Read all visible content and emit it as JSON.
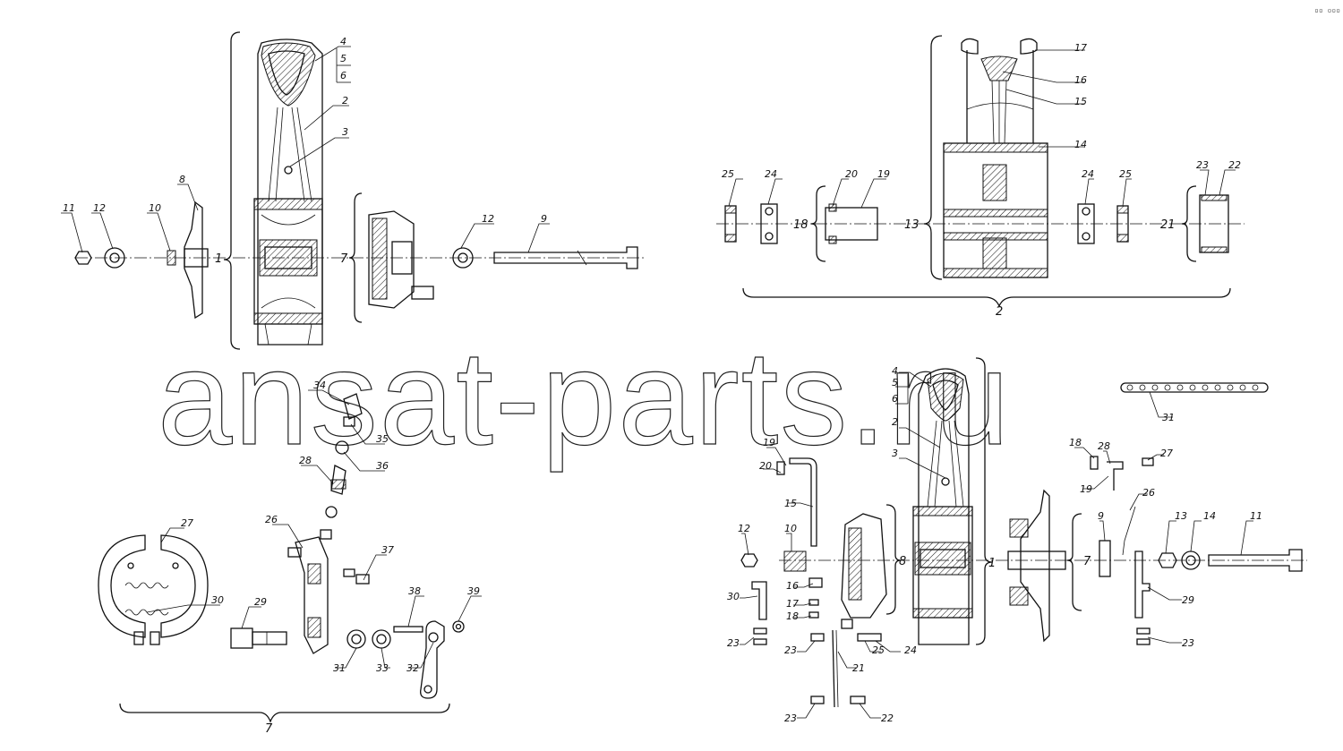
{
  "watermark": "ansat-parts.ru",
  "corner_mark": "▫▫ ▫▫▫",
  "left_wheel": {
    "labels": {
      "l4": "4",
      "l5": "5",
      "l6": "6",
      "l2": "2",
      "l3": "3",
      "l8": "8",
      "l11": "11",
      "l12a": "12",
      "l10": "10",
      "l1": "1",
      "l7": "7",
      "l12b": "12",
      "l9": "9"
    }
  },
  "right_group": {
    "labels": {
      "l17": "17",
      "l16": "16",
      "l15": "15",
      "l14": "14",
      "l25a": "25",
      "l24a": "24",
      "l20": "20",
      "l19": "19",
      "l18": "18",
      "l13": "13",
      "l24b": "24",
      "l25b": "25",
      "l23": "23",
      "l22": "22",
      "l21": "21",
      "l2": "2"
    }
  },
  "brake_group": {
    "labels": {
      "l34": "34",
      "l35": "35",
      "l36": "36",
      "l28": "28",
      "l27": "27",
      "l26": "26",
      "l37": "37",
      "l30": "30",
      "l29": "29",
      "l38": "38",
      "l39": "39",
      "l31": "31",
      "l33": "33",
      "l32": "32",
      "l7": "7"
    }
  },
  "rear_wheel": {
    "labels": {
      "l4": "4",
      "l5": "5",
      "l6": "6",
      "l2": "2",
      "l3": "3",
      "l31": "31",
      "l19a": "19",
      "l20": "20",
      "l15": "15",
      "l12": "12",
      "l10": "10",
      "l8": "8",
      "l1": "1",
      "l7": "7",
      "l30": "30",
      "l16": "16",
      "l17": "17",
      "l18a": "18",
      "l23a": "23",
      "l23b": "23",
      "l21": "21",
      "l25": "25",
      "l24": "24",
      "l23c": "23",
      "l22": "22",
      "l18b": "18",
      "l28": "28",
      "l27": "27",
      "l19b": "19",
      "l26": "26",
      "l9": "9",
      "l13": "13",
      "l14": "14",
      "l11": "11",
      "l29": "29",
      "l23d": "23"
    }
  }
}
